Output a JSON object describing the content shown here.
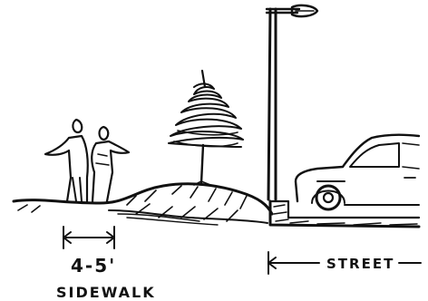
{
  "sketch": {
    "labels": {
      "sidewalk_width": "4-5'",
      "sidewalk": "SIDEWALK",
      "street": "STREET"
    },
    "icons": [
      "pedestrians-icon",
      "tree-icon",
      "street-lamp-icon",
      "car-icon",
      "ground-berm",
      "dimension-arrow-icon"
    ],
    "colors": {
      "ink": "#111111",
      "background": "#ffffff"
    }
  }
}
